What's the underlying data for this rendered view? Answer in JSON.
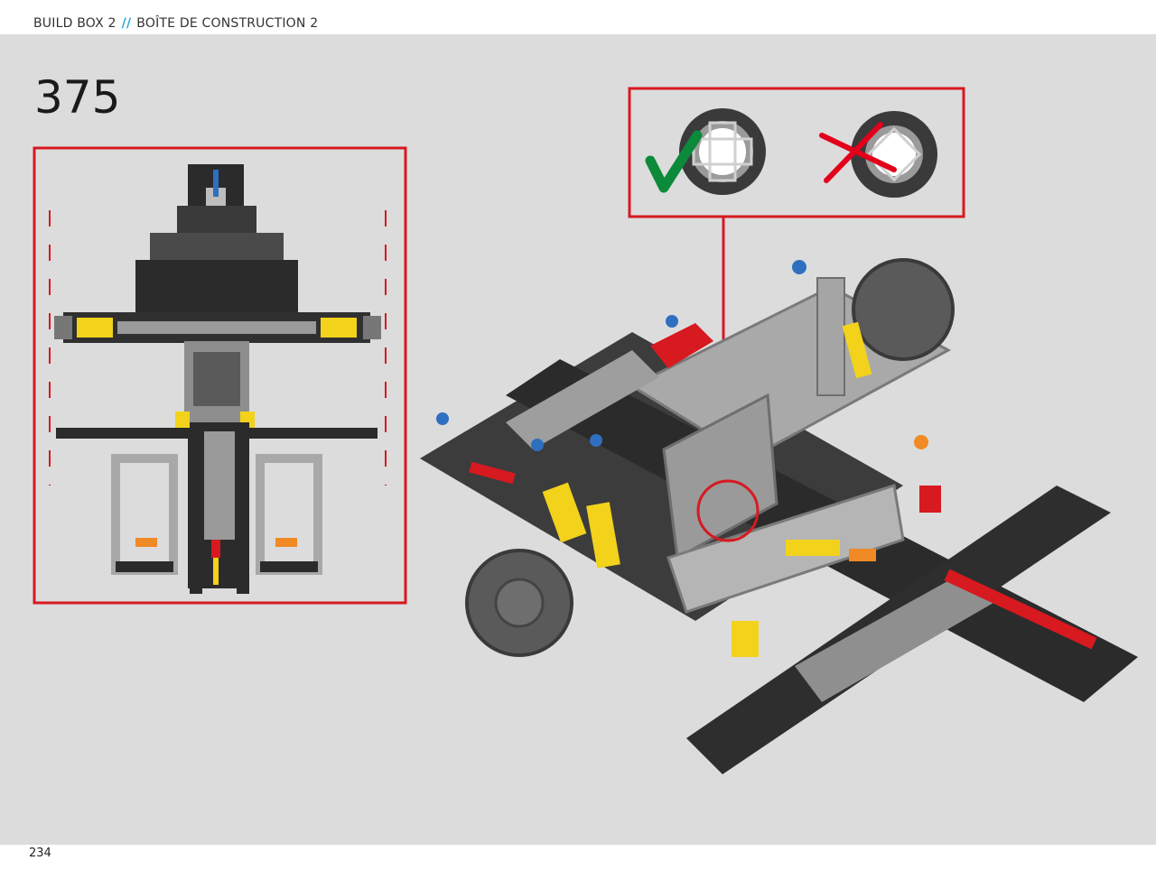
{
  "header": {
    "title_en": "BUILD BOX 2",
    "separator": "//",
    "title_fr": "BOÎTE DE CONSTRUCTION 2"
  },
  "step": {
    "number": "375"
  },
  "footer": {
    "page_number": "234"
  },
  "colors": {
    "callout_border": "#d71920",
    "check": "#0b8a3a",
    "cross": "#e3001b",
    "background": "#dcdcdc",
    "accent": "#2aa7de"
  },
  "icons": {
    "correct": "checkmark-icon",
    "incorrect": "cross-icon"
  }
}
